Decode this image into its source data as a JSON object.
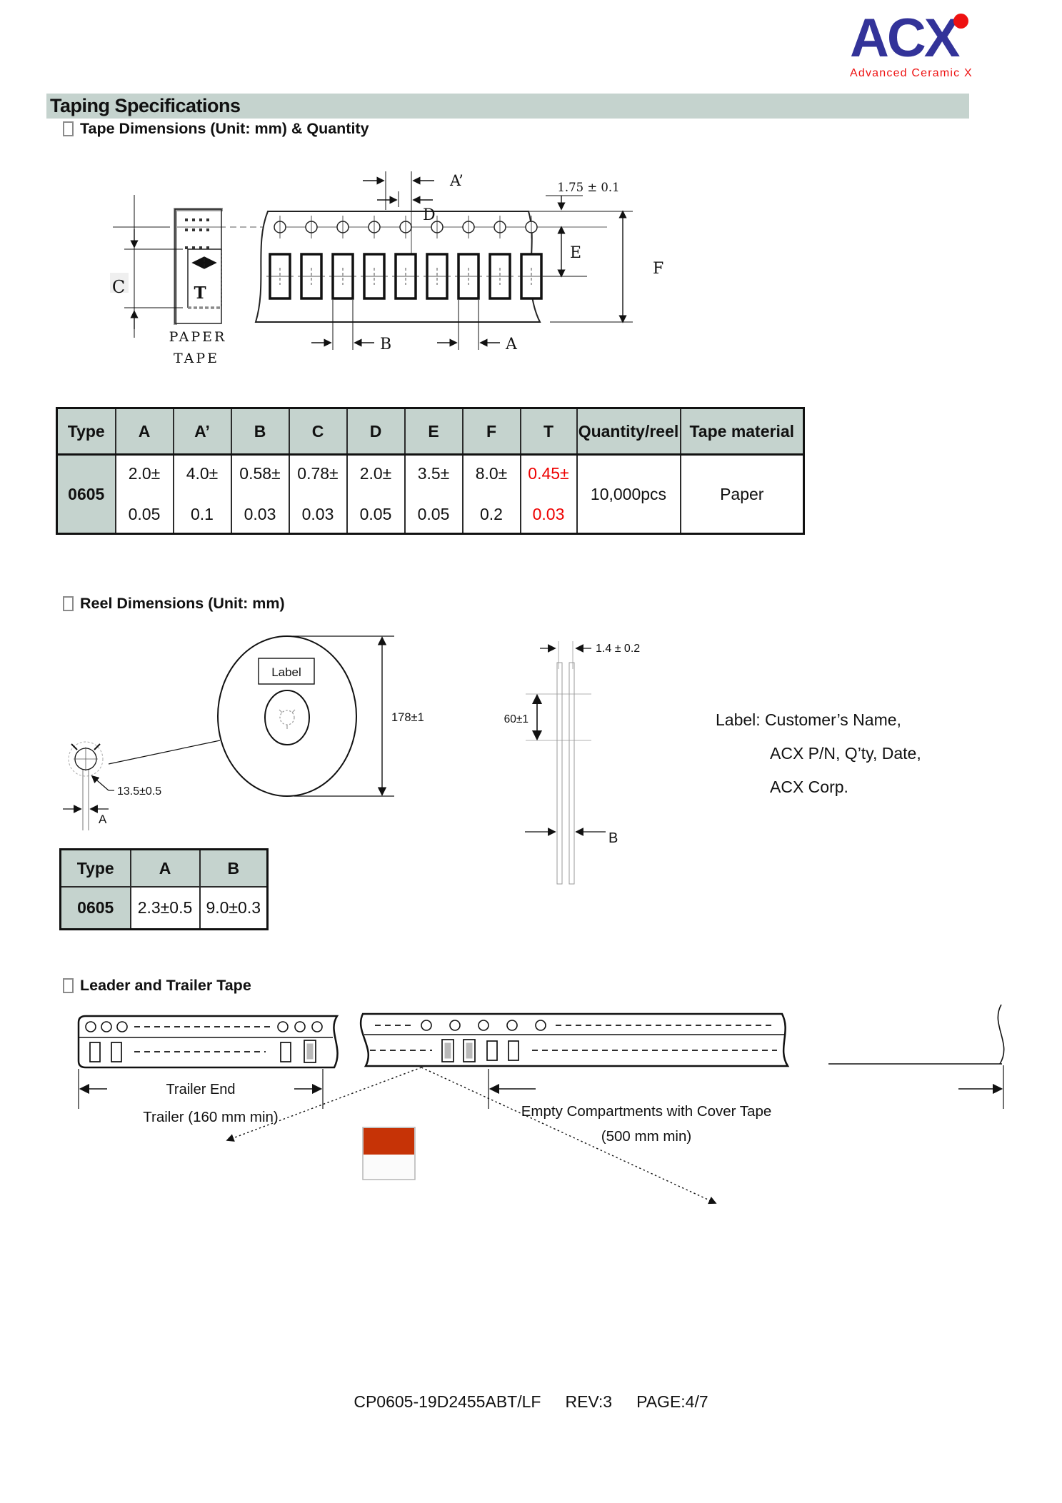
{
  "logo": {
    "name": "ACX",
    "tagline": "Advanced Ceramic X"
  },
  "page_title": "Taping Specifications",
  "sections": {
    "tape_heading": "Tape Dimensions (Unit: mm)  & Quantity",
    "reel_heading": "Reel Dimensions (Unit: mm)",
    "leader_heading": "Leader and Trailer Tape"
  },
  "tape_diagram": {
    "labels": {
      "a_prime": "A’",
      "d": "D",
      "edge_dim": "1.75 ± 0.1",
      "e": "E",
      "f": "F",
      "c": "C",
      "t": "T",
      "b": "B",
      "a": "A",
      "paper": "PAPER",
      "tape": "TAPE"
    }
  },
  "tape_table": {
    "headers": [
      "Type",
      "A",
      "A’",
      "B",
      "C",
      "D",
      "E",
      "F",
      "T",
      "Quantity/reel",
      "Tape material"
    ],
    "row": {
      "type": "0605",
      "a": [
        "2.0±",
        "0.05"
      ],
      "a_prime": [
        "4.0±",
        "0.1"
      ],
      "b": [
        "0.58±",
        "0.03"
      ],
      "c": [
        "0.78±",
        "0.03"
      ],
      "d": [
        "2.0±",
        "0.05"
      ],
      "e": [
        "3.5±",
        "0.05"
      ],
      "f": [
        "8.0±",
        "0.2"
      ],
      "t": [
        "0.45±",
        "0.03"
      ],
      "quantity": "10,000pcs",
      "material": "Paper"
    }
  },
  "reel_diagram": {
    "labels": {
      "label_box": "Label",
      "diameter": "178±1",
      "width": "60±1",
      "thickness": "1.4 ± 0.2",
      "hub": "13.5±0.5",
      "a": "A",
      "b": "B"
    },
    "note": [
      "Label: Customer’s Name,",
      "ACX P/N, Q’ty, Date,",
      "ACX Corp."
    ]
  },
  "reel_table": {
    "headers": [
      "Type",
      "A",
      "B"
    ],
    "row": [
      "0605",
      "2.3±0.5",
      "9.0±0.3"
    ]
  },
  "leader_diagram": {
    "labels": {
      "trailer_end": "Trailer End",
      "trailer": "Trailer (160 mm min)",
      "empty_line1": "Empty Compartments with Cover Tape",
      "empty_line2": "(500 mm min)"
    }
  },
  "footer": {
    "part": "CP0605-19D2455ABT/LF",
    "rev": "REV:3",
    "page": "PAGE:4/7"
  },
  "colors": {
    "accent_header": "#c5d3ce",
    "logo_navy": "#333399",
    "logo_red": "#ee1111",
    "value_red": "#ee0000",
    "component_red": "#c63306"
  }
}
